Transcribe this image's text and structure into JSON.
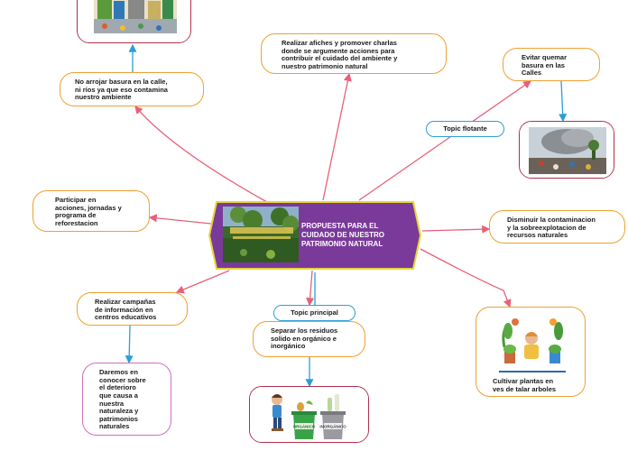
{
  "center": {
    "lines": [
      "PROPUESTA PARA EL",
      "CUIDADO DE NUESTRO",
      "PATRIMONIO NATURAL"
    ]
  },
  "nodes": {
    "no_arrojar": [
      "No arrojar basura en la calle,",
      "ni ríos ya que eso contamina",
      "nuestro ambiente"
    ],
    "afiches": [
      "Realizar afiches y promover charlas",
      "donde se argumente acciones para",
      "contribuir el cuidado del ambiente y",
      "nuestro patrimonio natural"
    ],
    "evitar_quemar": [
      "Evitar quemar",
      "basura en las",
      "Calles"
    ],
    "participar": [
      "Participar en",
      "acciones, jornadas y",
      "programa de",
      "reforestacion"
    ],
    "disminuir": [
      "Disminuir la contaminacion",
      "y la sobreexplotacion de",
      "recursos naturales"
    ],
    "campanas": [
      "Realizar campañas",
      "de información en",
      "centros educativos"
    ],
    "daremos": [
      "Daremos en",
      "conocer sobre",
      "el deterioro",
      "que causa a",
      "nuestra",
      "naturaleza y",
      "patrimonios",
      "naturales"
    ],
    "separar": [
      "Separar los residuos",
      "solido en orgánico e",
      "inorgánico"
    ],
    "cultivar": [
      "Cultivar plantas en",
      "ves de talar arboles"
    ]
  },
  "topics": {
    "floating": "Topic flotante",
    "principal": "Topic principal"
  },
  "bins": {
    "organic": "ORGÁNICO",
    "inorganic": "INORGÁNICO"
  },
  "colors": {
    "center_fill": "#7a3a9a",
    "center_border": "#e8d43a",
    "link": "#e8607a",
    "link_blue": "#2b9fd6",
    "node_border": "#f0a030",
    "image_border": "#b0304a"
  }
}
